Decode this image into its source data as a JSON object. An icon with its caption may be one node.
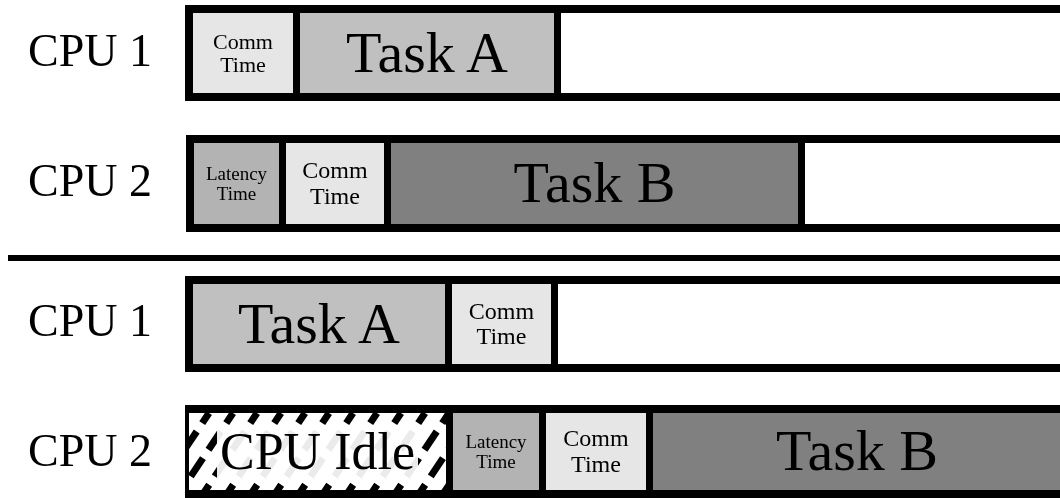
{
  "diagram": {
    "nodes": [
      {
        "text": [],
        "shape": "bar"
      },
      {
        "text": [
          "Comm Time"
        ],
        "in": 0
      },
      {
        "text": [
          "Task A"
        ],
        "in": 0
      },
      {
        "text": [],
        "shape": "bar"
      },
      {
        "text": [
          "Latency Time"
        ],
        "in": 3
      },
      {
        "text": [
          "Comm Time"
        ],
        "in": 3
      },
      {
        "text": [
          "Task B"
        ],
        "in": 3
      },
      {
        "text": [],
        "shape": "bar"
      },
      {
        "text": [
          "Task A"
        ],
        "in": 7
      },
      {
        "text": [
          "Comm Time"
        ],
        "in": 7
      },
      {
        "text": [],
        "shape": "bar"
      },
      {
        "text": [
          "CPU Idle"
        ],
        "in": 10
      },
      {
        "text": [
          "Latency Time"
        ],
        "in": 10
      },
      {
        "text": [
          "Comm Time"
        ],
        "in": 10
      },
      {
        "text": [
          "Task B"
        ],
        "in": 10
      }
    ],
    "edges": [],
    "labels": [
      "CPU 1",
      "CPU 2",
      "CPU 1",
      "CPU 2"
    ]
  }
}
